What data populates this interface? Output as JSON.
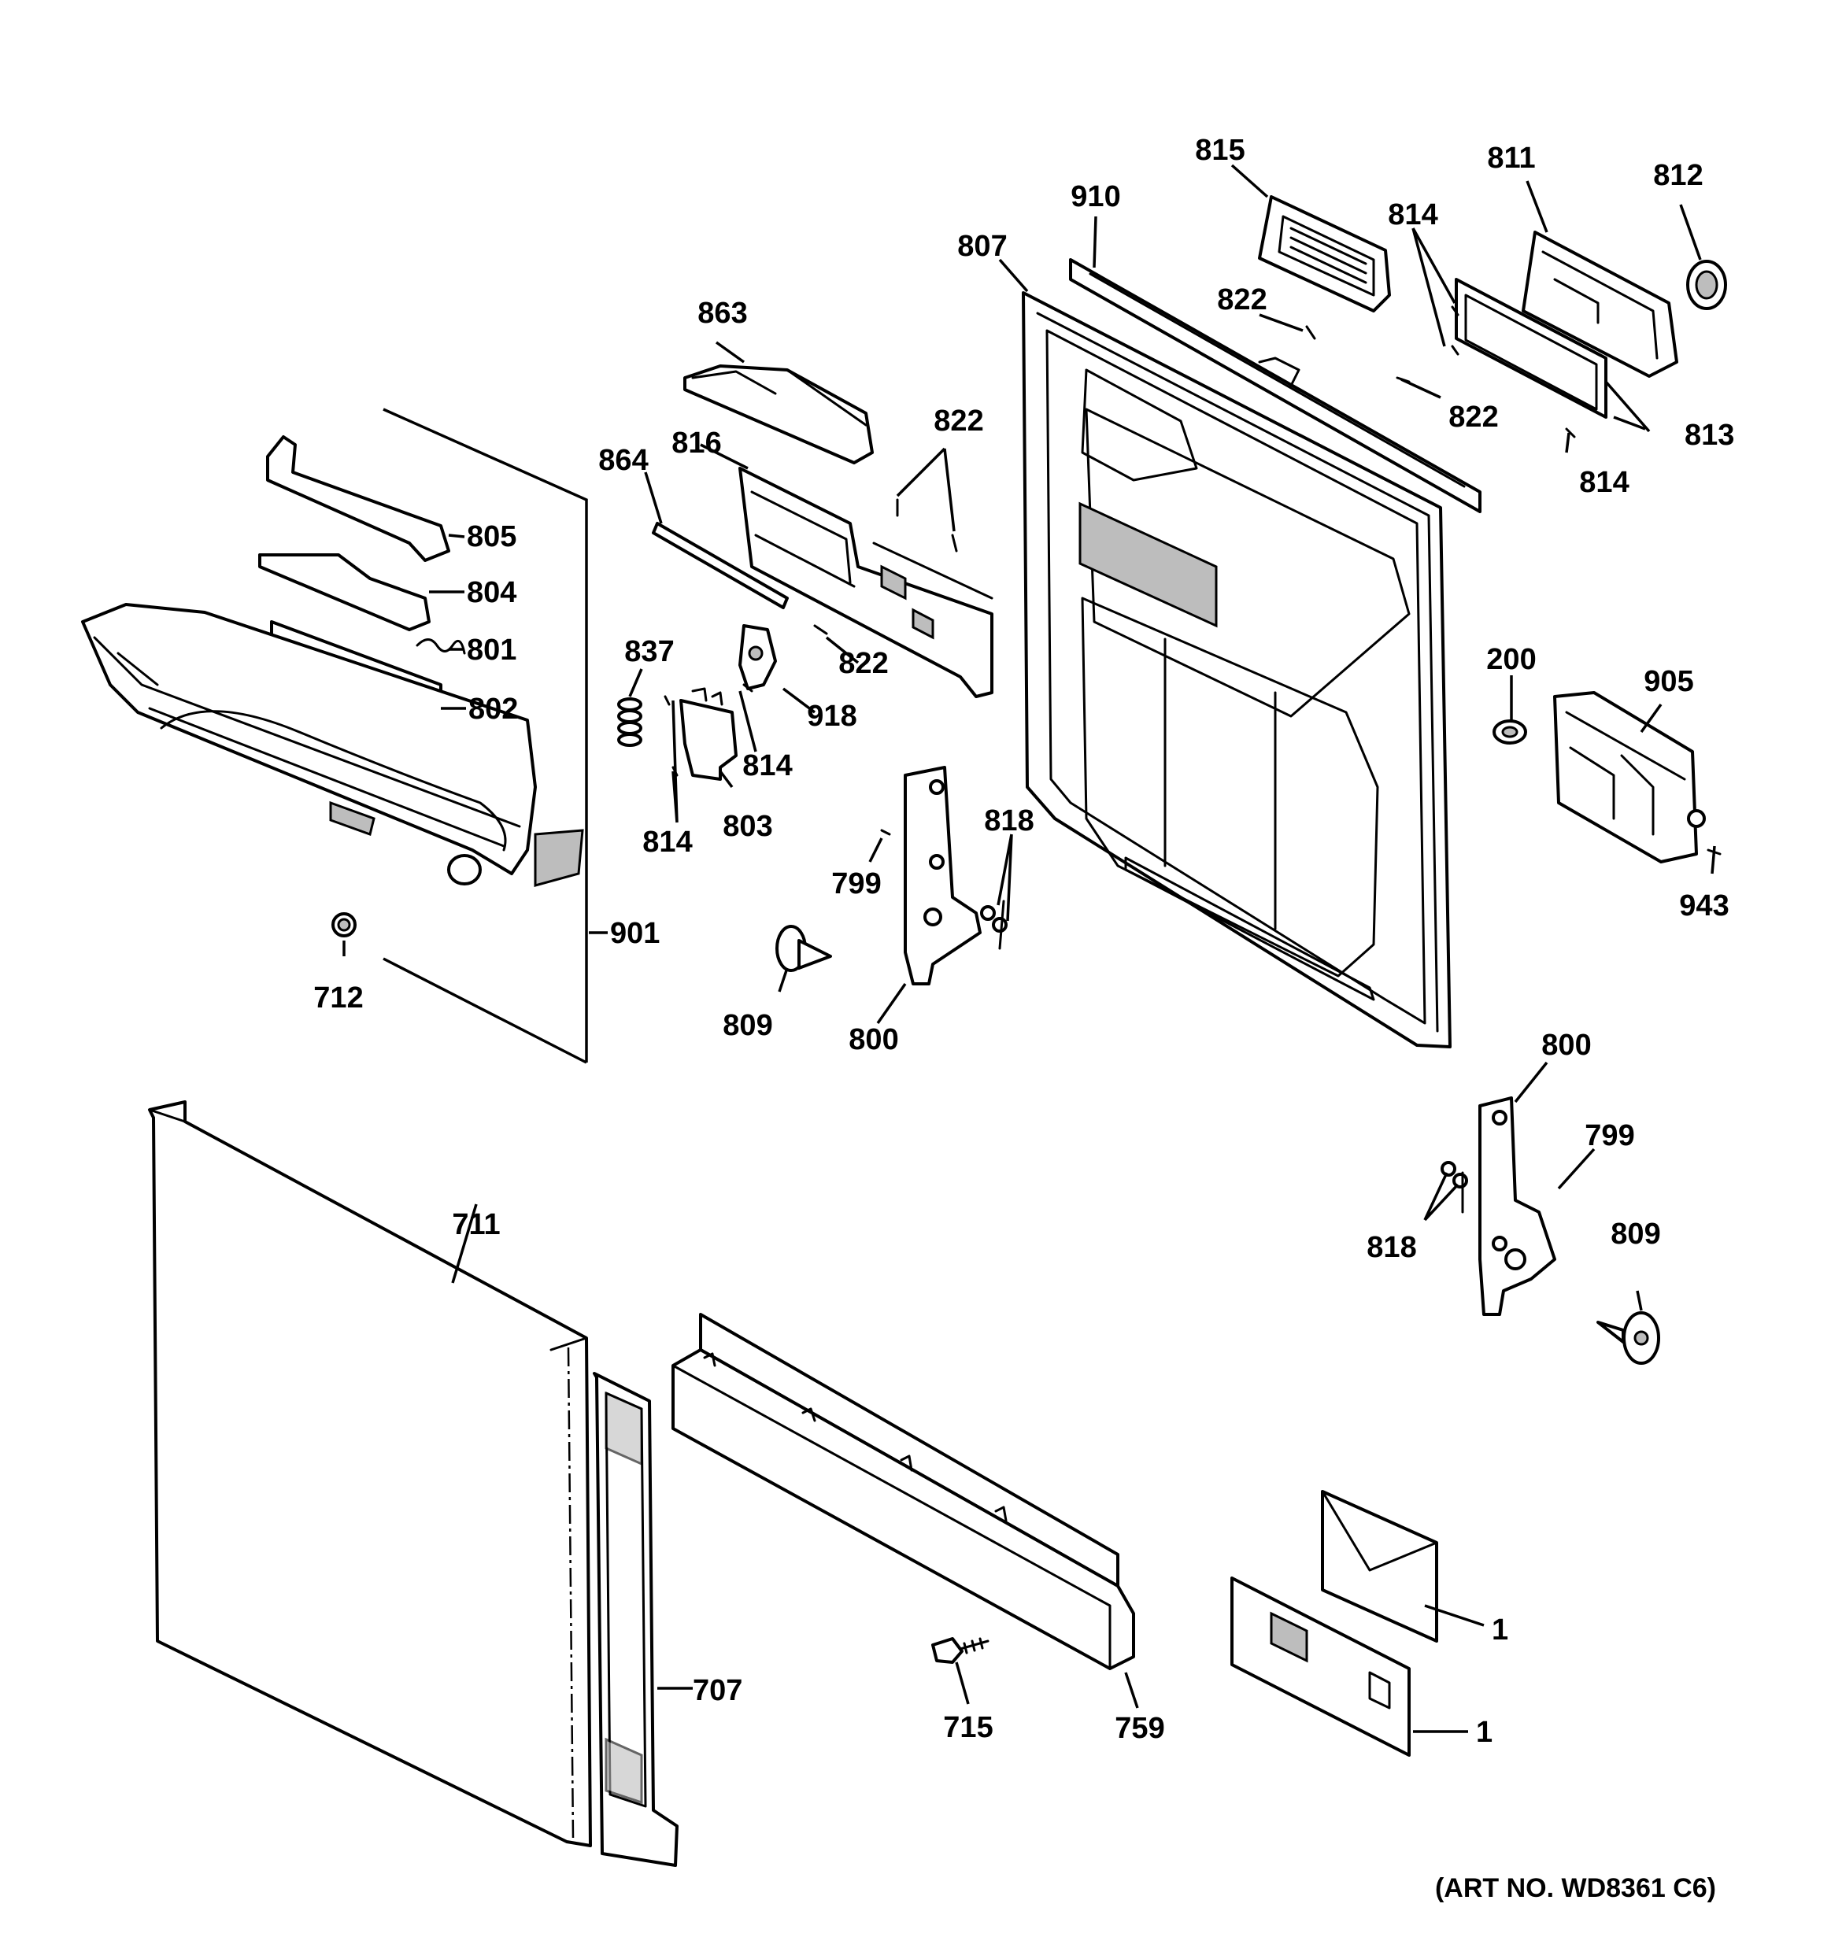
{
  "art_number": "(ART NO. WD8361 C6)",
  "callouts": [
    {
      "id": "c815",
      "text": "815",
      "part": "vent"
    },
    {
      "id": "c811",
      "text": "811",
      "part": "detergent-dispenser"
    },
    {
      "id": "c812",
      "text": "812",
      "part": "dispenser-cap"
    },
    {
      "id": "c910",
      "text": "910",
      "part": "door-hinge-bracket-top"
    },
    {
      "id": "c814a",
      "text": "814",
      "part": "screw"
    },
    {
      "id": "c807",
      "text": "807",
      "part": "inner-door-panel"
    },
    {
      "id": "c822a",
      "text": "822",
      "part": "screw"
    },
    {
      "id": "c822b",
      "text": "822",
      "part": "screw"
    },
    {
      "id": "c813",
      "text": "813",
      "part": "dispenser-gasket"
    },
    {
      "id": "c814b",
      "text": "814",
      "part": "screw"
    },
    {
      "id": "c863",
      "text": "863",
      "part": "handle-housing"
    },
    {
      "id": "c822c",
      "text": "822",
      "part": "screw"
    },
    {
      "id": "c816",
      "text": "816",
      "part": "latch-bracket"
    },
    {
      "id": "c864",
      "text": "864",
      "part": "latch-rod"
    },
    {
      "id": "c805",
      "text": "805",
      "part": "control-bracket"
    },
    {
      "id": "c804",
      "text": "804",
      "part": "control-plate"
    },
    {
      "id": "c801",
      "text": "801",
      "part": "spring"
    },
    {
      "id": "c802",
      "text": "802",
      "part": "handle"
    },
    {
      "id": "c837",
      "text": "837",
      "part": "spring"
    },
    {
      "id": "c822d",
      "text": "822",
      "part": "screw"
    },
    {
      "id": "c918",
      "text": "918",
      "part": "door-switch"
    },
    {
      "id": "c814c",
      "text": "814",
      "part": "screw"
    },
    {
      "id": "c803",
      "text": "803",
      "part": "latch-switch"
    },
    {
      "id": "c814d",
      "text": "814",
      "part": "screw"
    },
    {
      "id": "c200",
      "text": "200",
      "part": "thermostat"
    },
    {
      "id": "c905",
      "text": "905",
      "part": "control-board"
    },
    {
      "id": "c943",
      "text": "943",
      "part": "screw"
    },
    {
      "id": "c818a",
      "text": "818",
      "part": "link"
    },
    {
      "id": "c799a",
      "text": "799",
      "part": "screw"
    },
    {
      "id": "c901",
      "text": "901",
      "part": "control-panel-assembly"
    },
    {
      "id": "c712",
      "text": "712",
      "part": "knob"
    },
    {
      "id": "c809a",
      "text": "809",
      "part": "hinge-screw"
    },
    {
      "id": "c800a",
      "text": "800",
      "part": "hinge"
    },
    {
      "id": "c800b",
      "text": "800",
      "part": "hinge"
    },
    {
      "id": "c799b",
      "text": "799",
      "part": "screw"
    },
    {
      "id": "c818b",
      "text": "818",
      "part": "link"
    },
    {
      "id": "c809b",
      "text": "809",
      "part": "hinge-screw"
    },
    {
      "id": "c711",
      "text": "711",
      "part": "outer-door-panel"
    },
    {
      "id": "c707",
      "text": "707",
      "part": "door-insulation"
    },
    {
      "id": "c1a",
      "text": "1",
      "part": "literature-envelope"
    },
    {
      "id": "c1b",
      "text": "1",
      "part": "rating-label"
    },
    {
      "id": "c715",
      "text": "715",
      "part": "screw"
    },
    {
      "id": "c759",
      "text": "759",
      "part": "kick-plate"
    }
  ]
}
